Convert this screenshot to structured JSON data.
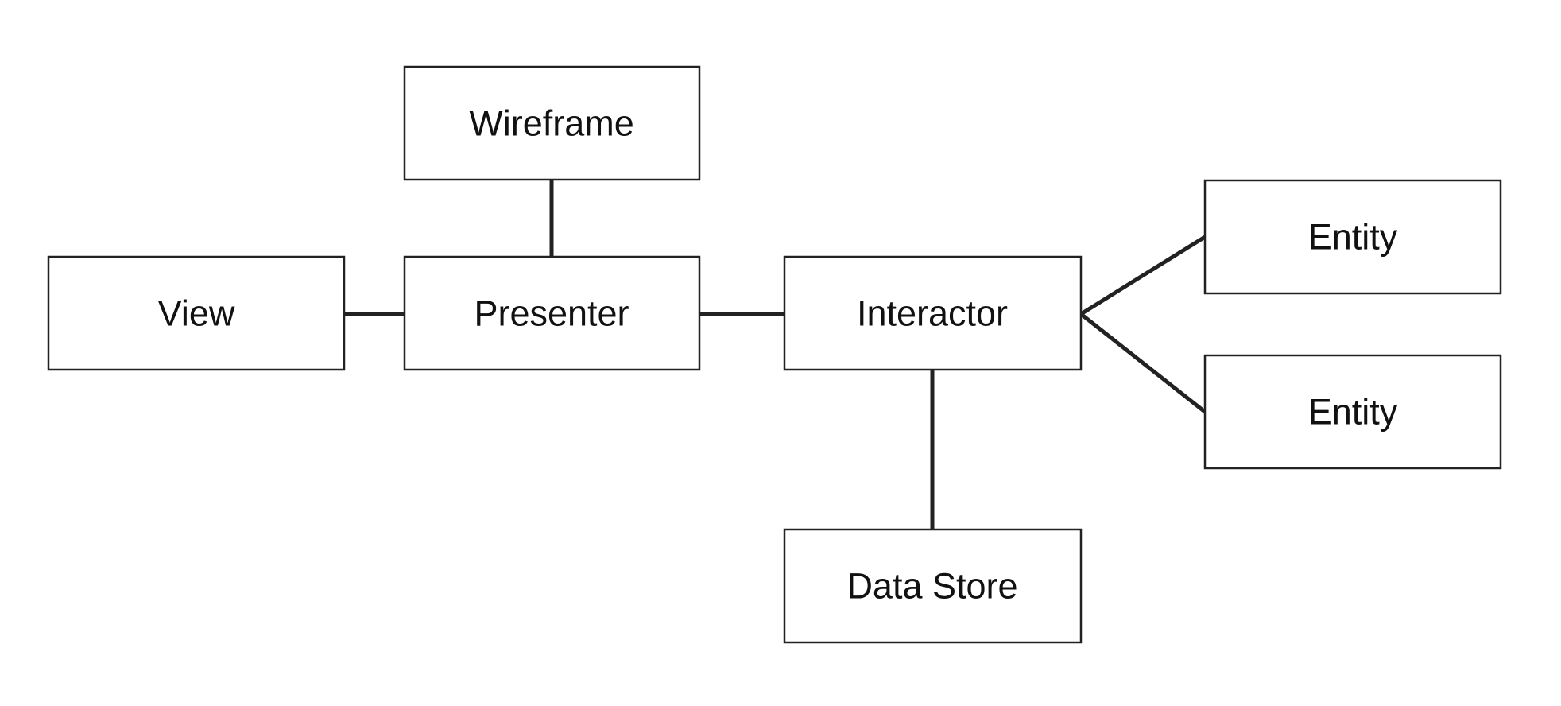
{
  "diagram": {
    "type": "component-diagram",
    "nodes": [
      {
        "id": "wireframe",
        "label": "Wireframe"
      },
      {
        "id": "view",
        "label": "View"
      },
      {
        "id": "presenter",
        "label": "Presenter"
      },
      {
        "id": "interactor",
        "label": "Interactor"
      },
      {
        "id": "entity_top",
        "label": "Entity"
      },
      {
        "id": "entity_bottom",
        "label": "Entity"
      },
      {
        "id": "data_store",
        "label": "Data Store"
      }
    ],
    "edges": [
      {
        "from": "wireframe",
        "to": "presenter"
      },
      {
        "from": "view",
        "to": "presenter"
      },
      {
        "from": "presenter",
        "to": "interactor"
      },
      {
        "from": "interactor",
        "to": "entity_top"
      },
      {
        "from": "interactor",
        "to": "entity_bottom"
      },
      {
        "from": "interactor",
        "to": "data_store"
      }
    ],
    "colors": {
      "background": "#ffffff",
      "stroke": "#222222",
      "text": "#111111"
    }
  }
}
